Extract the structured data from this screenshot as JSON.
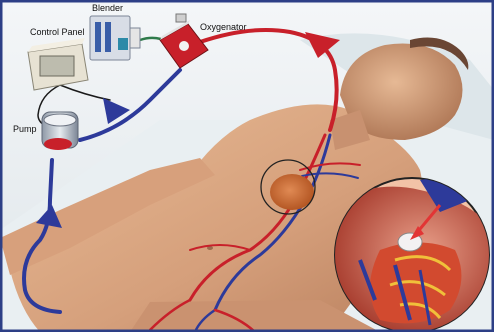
{
  "labels": {
    "control_panel": "Control Panel",
    "blender": "Blender",
    "oxygenator": "Oxygenator",
    "pump": "Pump"
  },
  "colors": {
    "arterial": "#c8202a",
    "venous": "#2d3a9a",
    "frame": "#2d3f86",
    "skin": "#d9a57f",
    "bed": "#e6edf1"
  }
}
